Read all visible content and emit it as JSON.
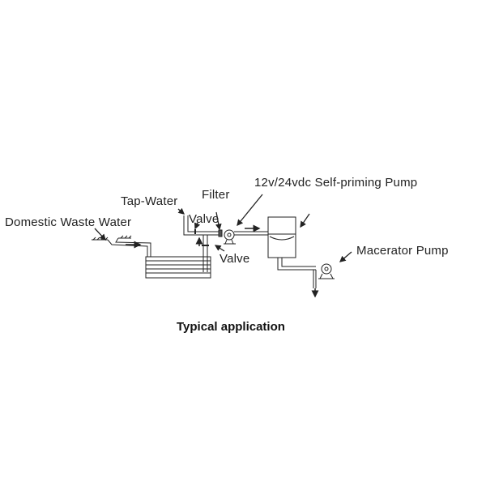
{
  "labels": {
    "domestic_waste_water": "Domestic Waste Water",
    "tap_water": "Tap-Water",
    "valve_top": "Valve",
    "filter": "Filter",
    "self_priming_pump": "12v/24vdc  Self-priming Pump",
    "valve_bottom": "Valve",
    "macerator_pump": "Macerator Pump"
  },
  "caption": "Typical application"
}
